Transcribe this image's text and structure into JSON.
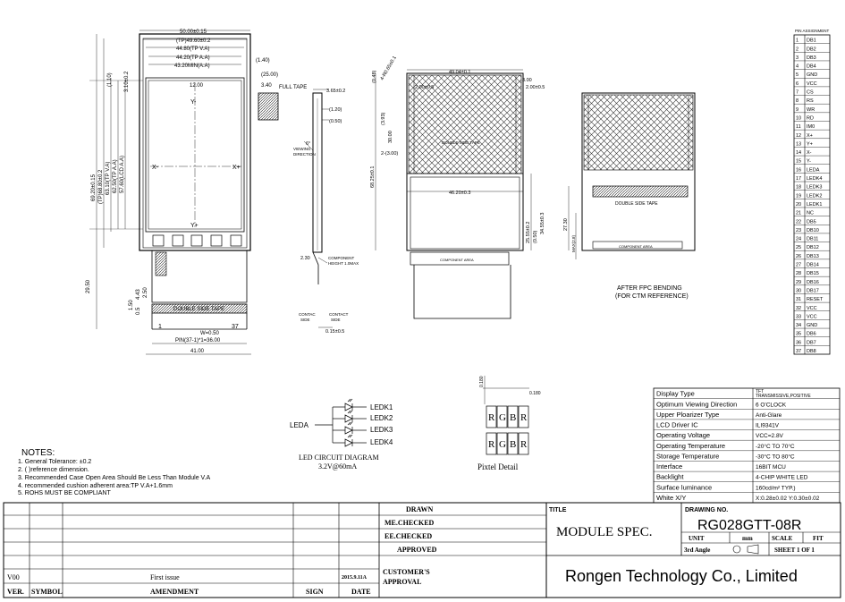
{
  "front_view": {
    "dims_top": [
      "50.00±0.15",
      "(TP)49.60±0.2",
      "44.80(TP V.A)",
      "44.20(TP A.A)",
      "43.20MIN(A.A)"
    ],
    "dims_right": [
      "(1.40)",
      "(25.00)",
      "3.40",
      "12.00"
    ],
    "full_tape": "FULL TAPE",
    "dims_left": [
      "69.20±0.15",
      "(TP)68.80±0.2",
      "63.10(TP V.A)",
      "62.50(TP A.A)",
      "57.60(LCD A.A)",
      "(1.10)",
      "3.10±0.2"
    ],
    "axis": [
      "Y-",
      "X-",
      "X+",
      "Y+"
    ],
    "tail": [
      "29.50",
      "4.43",
      "2.50",
      "1.50",
      "0.5"
    ],
    "double_side_tape": "DOUBLE SIDE TAPE",
    "pin_first": "1",
    "pin_last": "37",
    "w_label": "W=0.50",
    "pin_pitch": "PIN(37-1)*1=36.00",
    "width_41": "41.00"
  },
  "side_view": {
    "dims": [
      "3.65±0.2",
      "(1.20)",
      "(0.50)"
    ],
    "viewing": [
      "6°",
      "VIEWING",
      "DIRECTION"
    ],
    "comp": [
      "2.30",
      "COMPONENT",
      "HEIGHT 1.0MAX"
    ],
    "contact": [
      "CONTAC",
      "SIDE",
      "CONTACT",
      "SIDE"
    ],
    "thick": "0.15±0.5"
  },
  "back_view": {
    "dims": [
      "49.04±0.1",
      "3.00",
      "2.00±0.5",
      "2.00±0.5",
      "(0.48)",
      "4-R0.65±0.1",
      "(3.93)",
      "30.00",
      "2-(3.00)",
      "68.25±0.1",
      "46.20±0.3",
      "34.55±0.3",
      "25.55±0.2",
      "(0.50)"
    ],
    "double_side_tape": "DOUBLE SIDE TAPE",
    "component_area": "COMPONENT AREA"
  },
  "after_fpc": {
    "dims": [
      "27.30",
      "MAX(2.8)"
    ],
    "double_side_tape": "DOUBLE SIDE TAPE",
    "component_area": "COMPONENT AREA",
    "caption_1": "AFTER FPC BENDING",
    "caption_2": "(FOR CTM REFERENCE)"
  },
  "pin_table": {
    "title": "PIN ASSIGNMENT",
    "pins": [
      {
        "no": "1",
        "name": "DB1"
      },
      {
        "no": "2",
        "name": "DB2"
      },
      {
        "no": "3",
        "name": "DB3"
      },
      {
        "no": "4",
        "name": "DB4"
      },
      {
        "no": "5",
        "name": "GND"
      },
      {
        "no": "6",
        "name": "VCC"
      },
      {
        "no": "7",
        "name": "CS"
      },
      {
        "no": "8",
        "name": "RS"
      },
      {
        "no": "9",
        "name": "WR"
      },
      {
        "no": "10",
        "name": "RD"
      },
      {
        "no": "11",
        "name": "IM0"
      },
      {
        "no": "12",
        "name": "X+"
      },
      {
        "no": "13",
        "name": "Y+"
      },
      {
        "no": "14",
        "name": "X-"
      },
      {
        "no": "15",
        "name": "Y-"
      },
      {
        "no": "16",
        "name": "LEDA"
      },
      {
        "no": "17",
        "name": "LEDK4"
      },
      {
        "no": "18",
        "name": "LEDK3"
      },
      {
        "no": "19",
        "name": "LEDK2"
      },
      {
        "no": "20",
        "name": "LEDK1"
      },
      {
        "no": "21",
        "name": "NC"
      },
      {
        "no": "22",
        "name": "DB5"
      },
      {
        "no": "23",
        "name": "DB10"
      },
      {
        "no": "24",
        "name": "DB11"
      },
      {
        "no": "25",
        "name": "DB12"
      },
      {
        "no": "26",
        "name": "DB13"
      },
      {
        "no": "27",
        "name": "DB14"
      },
      {
        "no": "28",
        "name": "DB15"
      },
      {
        "no": "29",
        "name": "DB16"
      },
      {
        "no": "30",
        "name": "DB17"
      },
      {
        "no": "31",
        "name": "RESET"
      },
      {
        "no": "32",
        "name": "VCC"
      },
      {
        "no": "33",
        "name": "VCC"
      },
      {
        "no": "34",
        "name": "GND"
      },
      {
        "no": "35",
        "name": "DB6"
      },
      {
        "no": "36",
        "name": "DB7"
      },
      {
        "no": "37",
        "name": "DB8"
      }
    ]
  },
  "led": {
    "anode": "LEDA",
    "cathodes": [
      "LEDK1",
      "LEDK2",
      "LEDK3",
      "LEDK4"
    ],
    "title": "LED CIRCUIT DIAGRAM",
    "rating": "3.2V@60mA"
  },
  "pixel": {
    "dim_v": "0.180",
    "dim_h": "0.180",
    "letters": [
      "R",
      "G",
      "B",
      "R"
    ],
    "title": "Pixtel Detail"
  },
  "notes": {
    "title": "NOTES:",
    "items": [
      "1. General Tolerance: ±0.2",
      "2. (     )reference dimension.",
      "3. Recommended Case Open Area Should Be Less Than Module V.A",
      "4. recommended cushion adherent area:TP V.A+1.6mm",
      "5. ROHS    MUST BE COMPLIANT"
    ]
  },
  "specs": [
    {
      "label": "Display Type",
      "value": "TFT\nTRANSMISSIVE,POSITIVE"
    },
    {
      "label": "Optimum Viewing Direction",
      "value": "6 O'CLOCK"
    },
    {
      "label": "Upper Ploarizer Type",
      "value": "Anti-Glare"
    },
    {
      "label": "LCD Driver IC",
      "value": "ILI9341V"
    },
    {
      "label": "Operating Voltage",
      "value": "VCC=2.8V"
    },
    {
      "label": "Operating Temperature",
      "value": "-20°C TO 70°C"
    },
    {
      "label": "Storage Temperature",
      "value": "-30°C TO 80°C"
    },
    {
      "label": "Interface",
      "value": "16BIT MCU"
    },
    {
      "label": "Backlight",
      "value": "4-CHIP WHITE LED"
    },
    {
      "label": "Surface luminance",
      "value": "160cd/m² TYP.)"
    },
    {
      "label": "White X/Y",
      "value": "X:0.28±0.02 Y:0.30±0.02"
    }
  ],
  "title_block": {
    "drawn": "DRAWN",
    "me_checked": "ME.CHECKED",
    "ee_checked": "EE.CHECKED",
    "approved": "APPROVED",
    "customers_approval": "CUSTOMER'S\nAPPROVAL",
    "ver": "VER.",
    "symbol": "SYMBOL",
    "amendment": "AMENDMENT",
    "sign": "SIGN",
    "date": "DATE",
    "rev_ver": "V00",
    "rev_amendment": "First issue",
    "rev_date": "2015.9.11A",
    "title_label": "TITLE",
    "title_value": "MODULE  SPEC.",
    "drawing_no_label": "DRAWING NO.",
    "drawing_no": "RG028GTT-08R",
    "unit": "UNIT",
    "unit_value": "mm",
    "scale": "SCALE",
    "scale_value": "FIT",
    "angle": "3rd Angle",
    "sheet": "SHEET  1  OF  1",
    "company": "Rongen Technology Co., Limited"
  }
}
